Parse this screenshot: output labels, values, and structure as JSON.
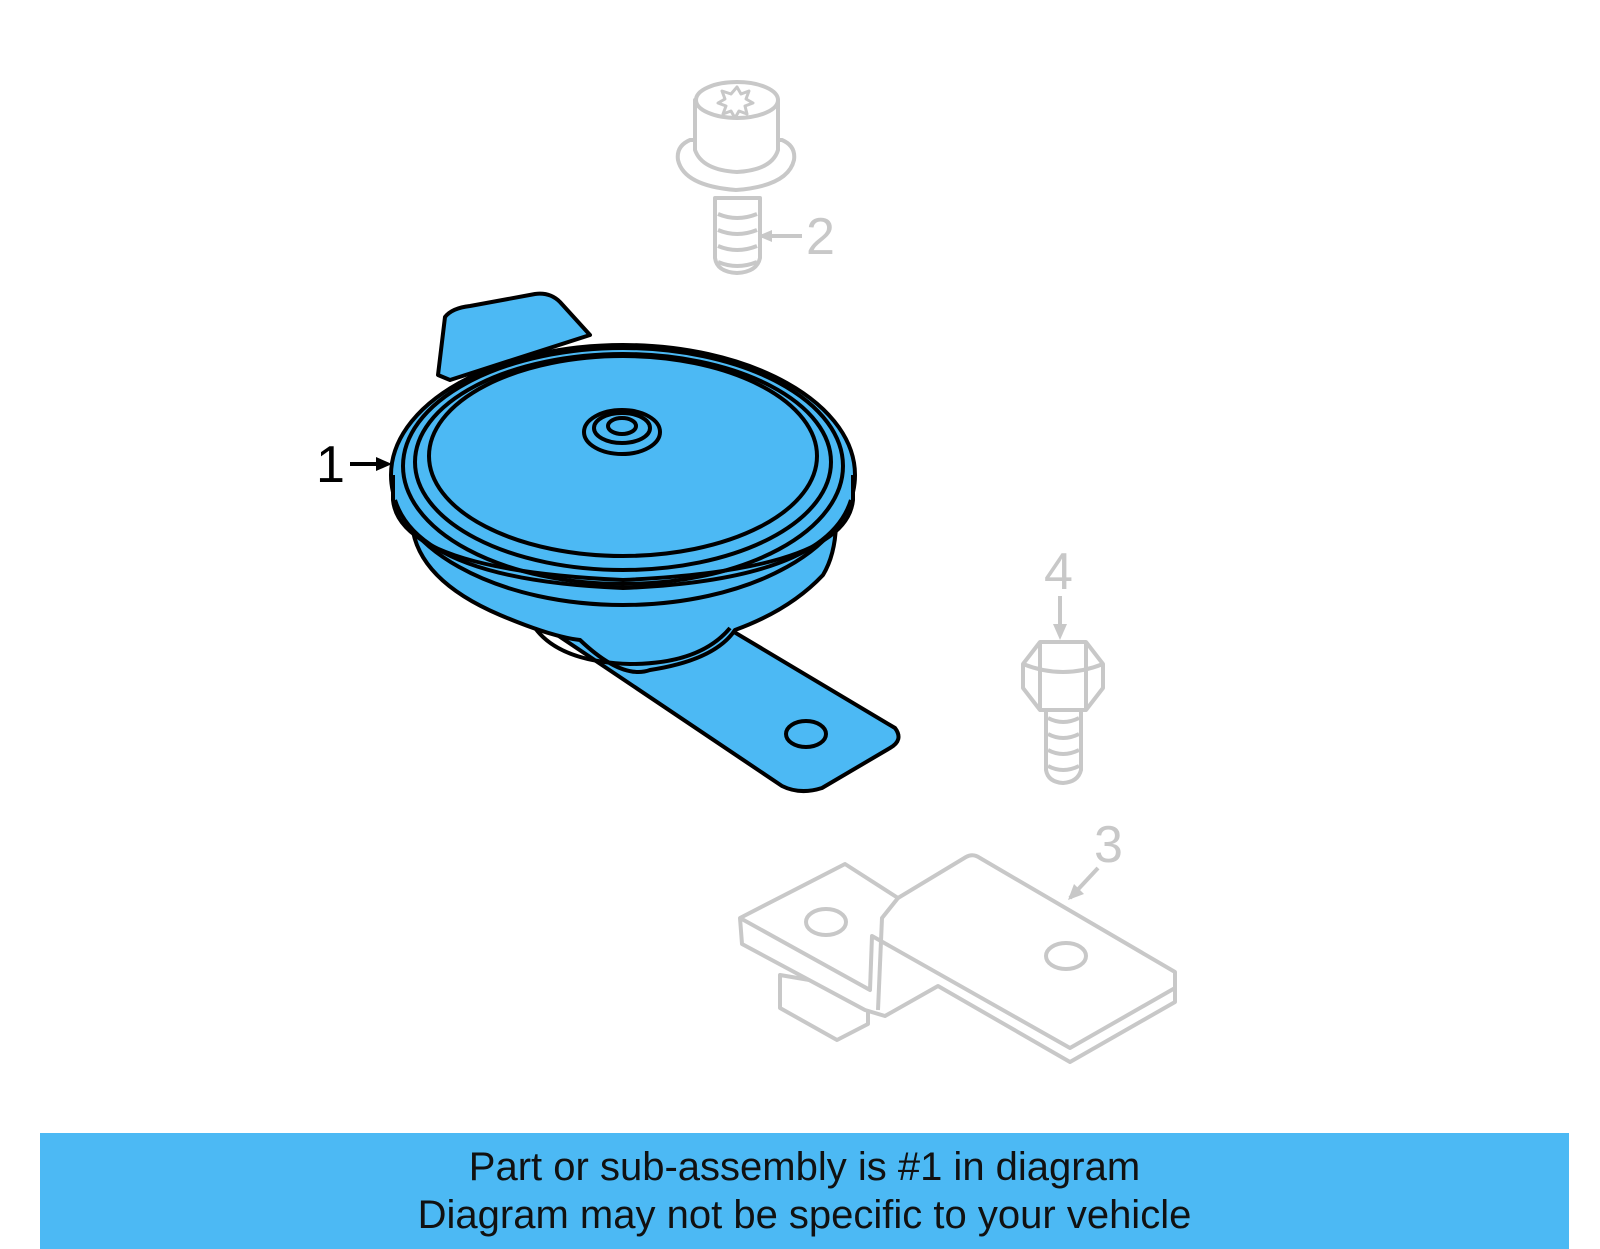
{
  "callouts": {
    "c1": "1",
    "c2": "2",
    "c3": "3",
    "c4": "4"
  },
  "caption": {
    "line1": "Part or sub-assembly is #1 in diagram",
    "line2": "Diagram may not be specific to your vehicle"
  },
  "colors": {
    "highlight": "#4cb9f4",
    "ghost": "#c8c8c8",
    "outline": "#000000"
  }
}
